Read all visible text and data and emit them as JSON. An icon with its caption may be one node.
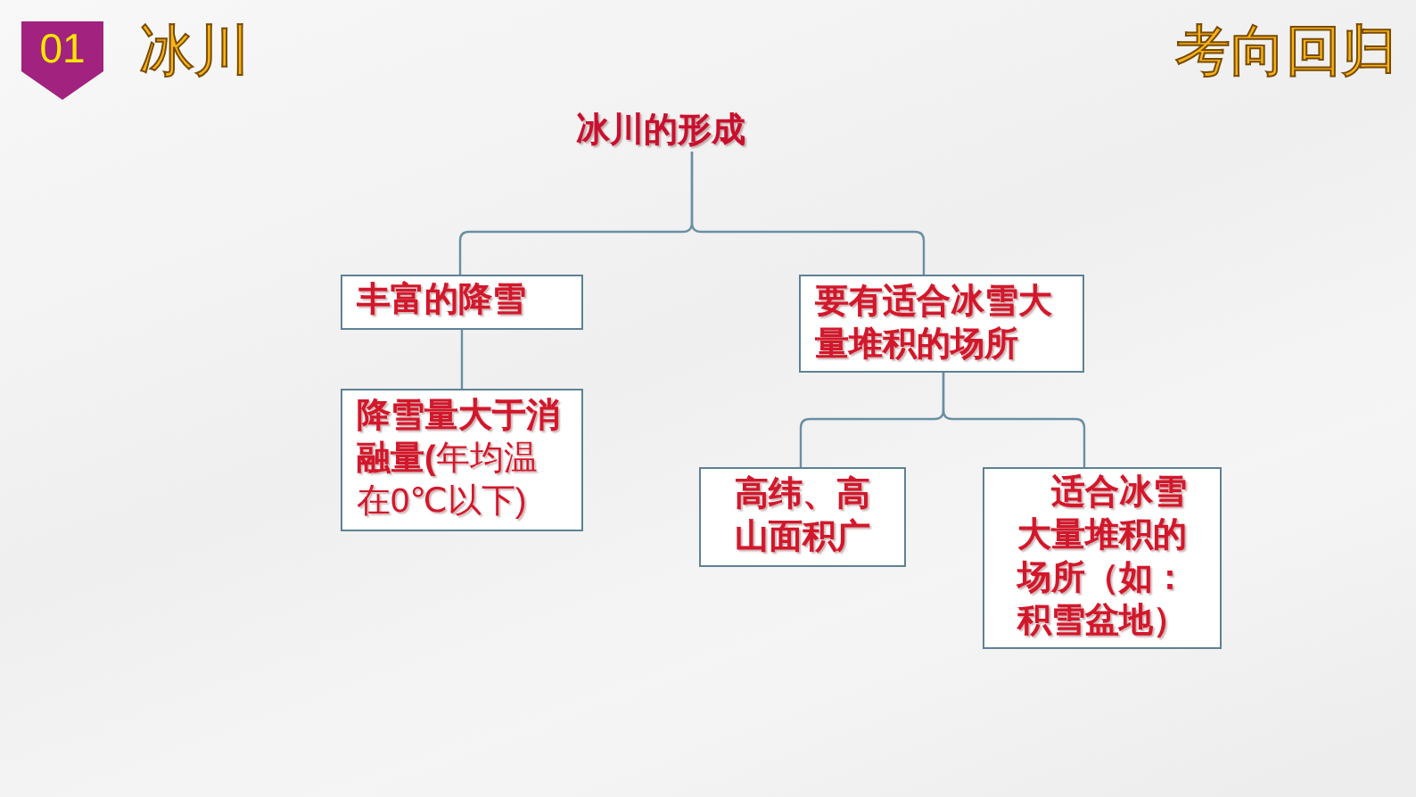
{
  "diagram": {
    "title": "冰川",
    "nodes": [
      {
        "text": [
          "01"
        ]
      },
      {
        "text": [
          "冰川的形成"
        ]
      },
      {
        "text": [
          "丰富的降雪"
        ]
      },
      {
        "text": [
          "要有适合冰雪大量堆积的场所"
        ]
      },
      {
        "text": [
          "**降雪量大于消融量(**年均温在0℃以下)"
        ]
      },
      {
        "text": [
          "高纬、高山面积广"
        ]
      },
      {
        "text": [
          "适合冰雪大量堆积的场所（如：积雪盆地）"
        ]
      }
    ],
    "edges": [
      {
        "from": 1,
        "to": 2,
        "arrow": "none"
      },
      {
        "from": 1,
        "to": 3,
        "arrow": "none"
      },
      {
        "from": 2,
        "to": 4,
        "arrow": "none"
      },
      {
        "from": 3,
        "to": 5,
        "arrow": "none"
      },
      {
        "from": 3,
        "to": 6,
        "arrow": "none"
      }
    ],
    "labels": [
      "考向回归"
    ]
  }
}
